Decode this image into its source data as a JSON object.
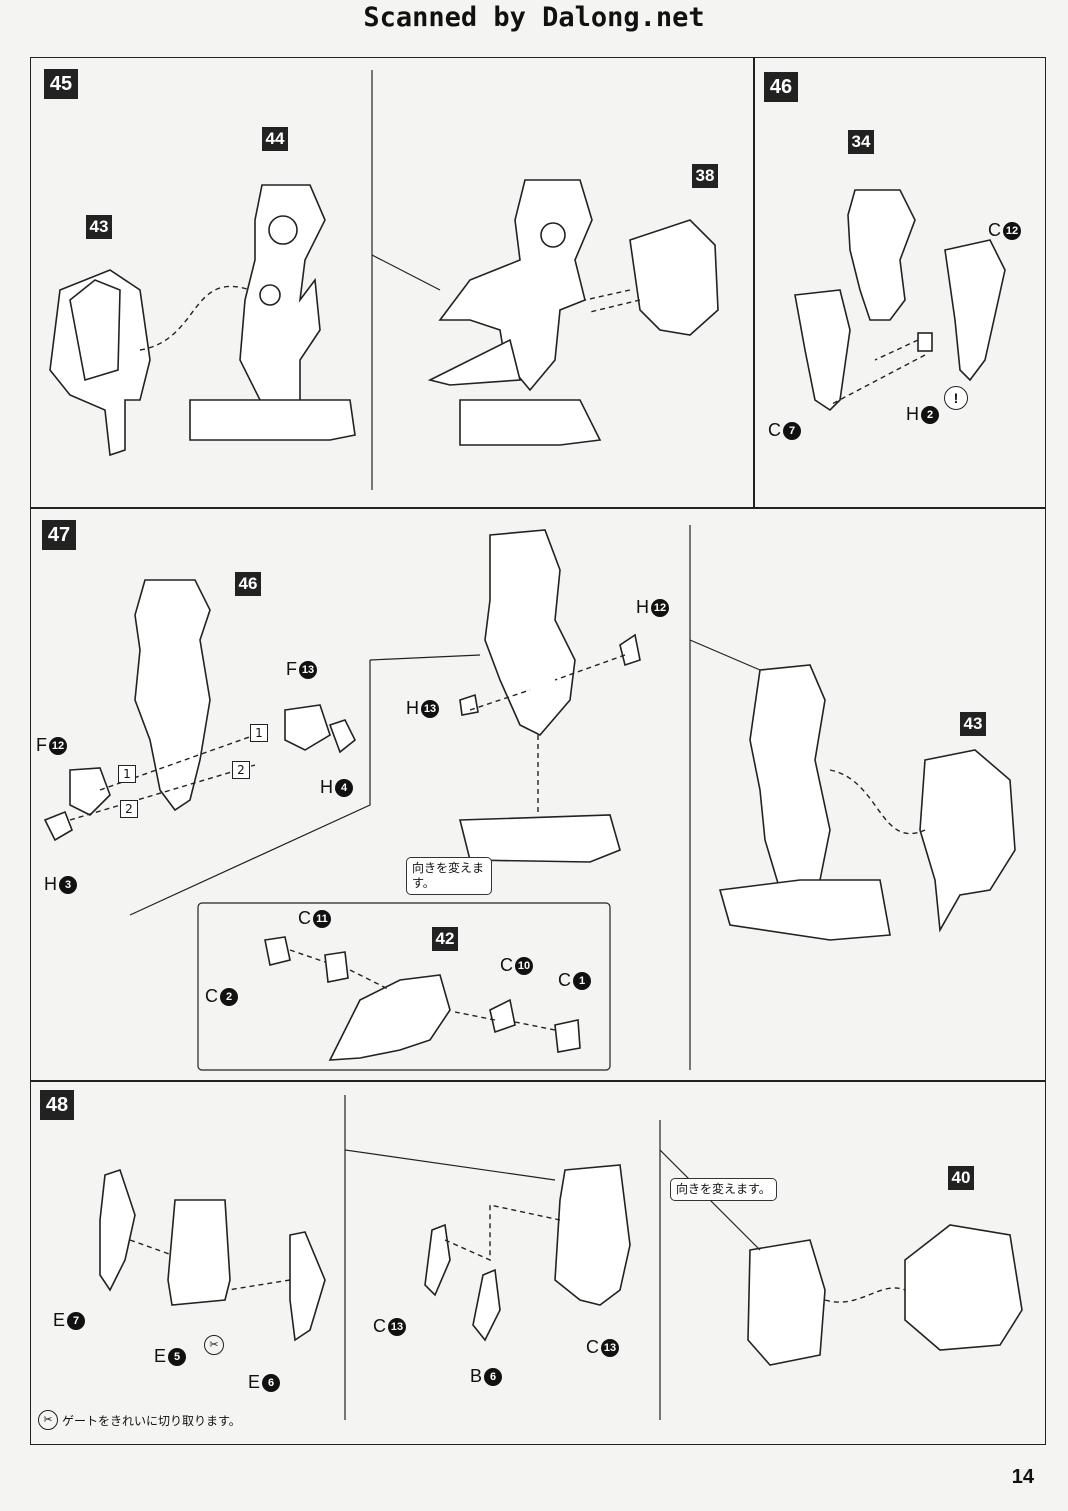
{
  "header": {
    "scan_credit": "Scanned by Dalong.net"
  },
  "page_number": "14",
  "steps": {
    "s45": {
      "number": "45",
      "callouts": [
        "44",
        "43",
        "38"
      ]
    },
    "s46": {
      "number": "46",
      "callouts": [
        "34"
      ],
      "parts": {
        "c12": "C",
        "h2": "H",
        "c7": "C"
      },
      "nums": {
        "c12": "12",
        "h2": "2",
        "c7": "7"
      },
      "caution": "!"
    },
    "s47": {
      "number": "47",
      "callouts": [
        "46",
        "43",
        "42"
      ],
      "parts": {
        "f13": "F",
        "f12": "F",
        "h4": "H",
        "h3": "H",
        "h12": "H",
        "h13": "H",
        "c11": "C",
        "c2": "C",
        "c10": "C",
        "c1": "C"
      },
      "nums": {
        "f13": "13",
        "f12": "12",
        "h4": "4",
        "h3": "3",
        "h12": "12",
        "h13": "13",
        "c11": "11",
        "c2": "2",
        "c10": "10",
        "c1": "1"
      },
      "order": [
        "1",
        "1",
        "2",
        "2"
      ],
      "note": "向きを変えます。"
    },
    "s48": {
      "number": "48",
      "callouts": [
        "40"
      ],
      "parts": {
        "e7": "E",
        "e5": "E",
        "e6": "E",
        "c13a": "C",
        "b6": "B",
        "c13b": "C"
      },
      "nums": {
        "e7": "7",
        "e5": "5",
        "e6": "6",
        "c13a": "13",
        "b6": "6",
        "c13b": "13"
      },
      "note": "向きを変えます。",
      "footnote": "ゲートをきれいに切り取ります。"
    }
  }
}
